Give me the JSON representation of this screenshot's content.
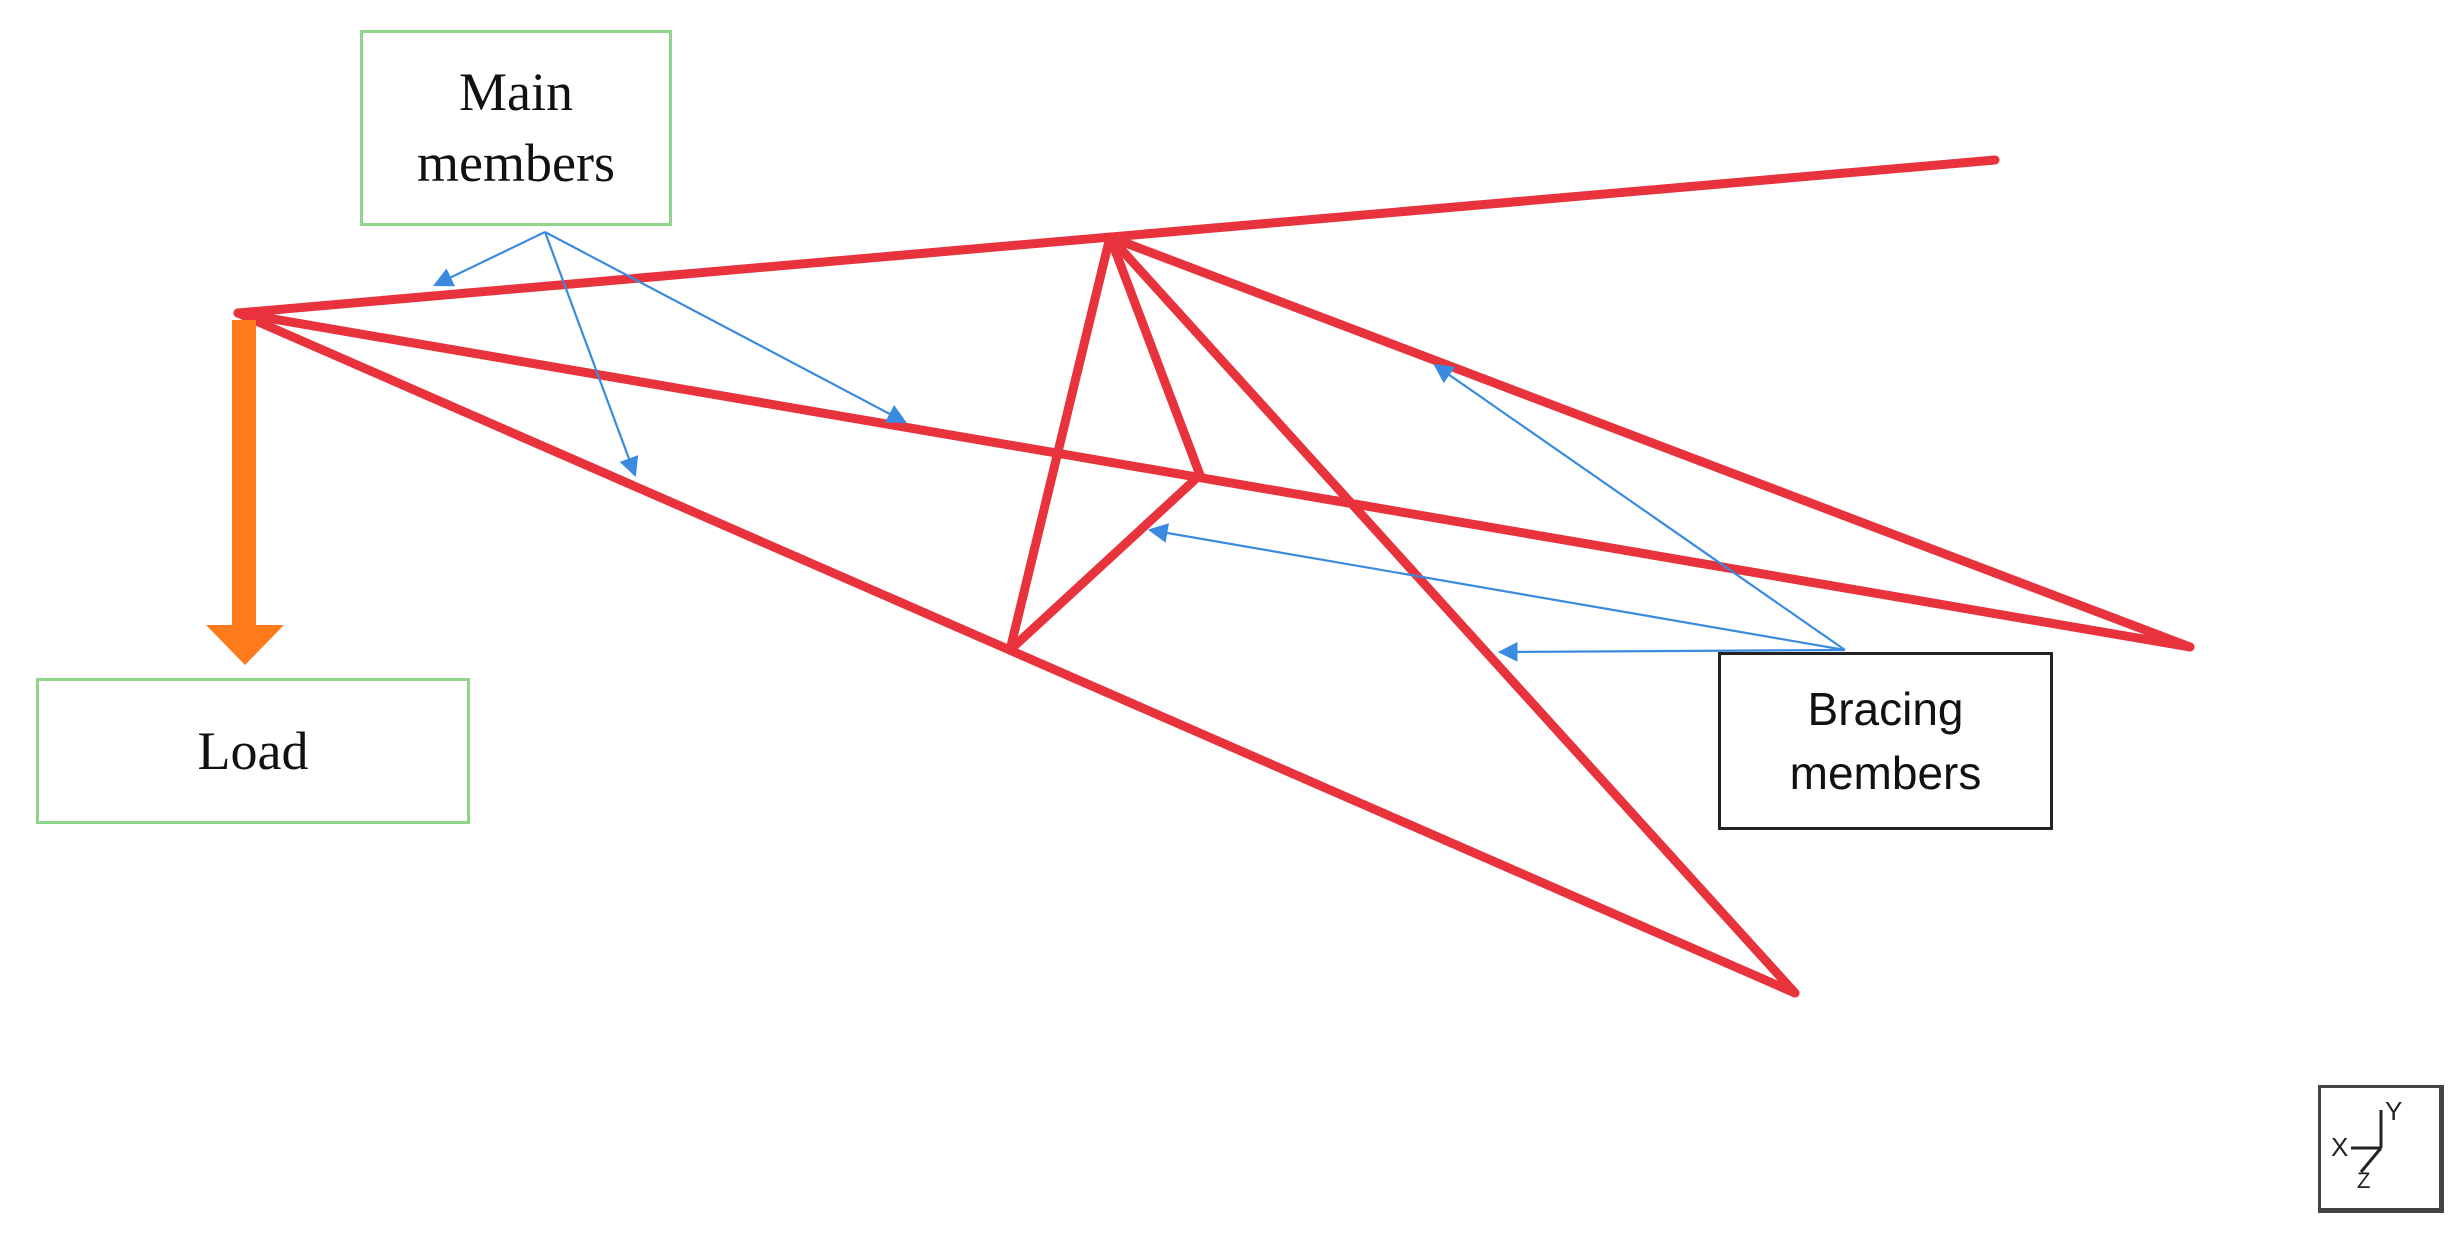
{
  "labels": {
    "main_members_line1": "Main",
    "main_members_line2": "members",
    "load": "Load",
    "bracing_members_line1": "Bracing",
    "bracing_members_line2": "members"
  },
  "axis_triad": {
    "x": "X",
    "y": "Y",
    "z": "Z"
  },
  "colors": {
    "member": "#e8323c",
    "load_arrow": "#ff7a1a",
    "leader": "#3a8be0",
    "main_box_border": "#8fd68a",
    "load_box_border": "#8fd68a",
    "bracing_box_border": "#222222",
    "text": "#111111"
  },
  "icons": {
    "axis_triad": "axis-triad-icon",
    "load_arrow": "down-arrow-icon"
  }
}
